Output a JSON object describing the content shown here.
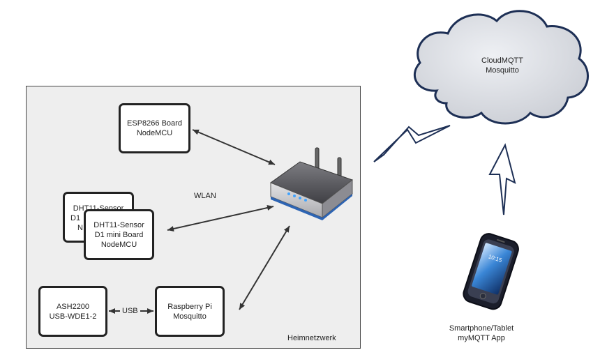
{
  "diagram": {
    "network_label": "Heimnetzwerk",
    "wlan_label": "WLAN",
    "usb_label": "USB",
    "nodes": {
      "esp_board": [
        "ESP8266 Board",
        "NodeMCU"
      ],
      "dht_back": [
        "DHT11-Sensor",
        "D1",
        "N"
      ],
      "dht_front": [
        "DHT11-Sensor",
        "D1 mini Board",
        "NodeMCU"
      ],
      "ash": [
        "ASH2200",
        "USB-WDE1-2"
      ],
      "raspberry": [
        "Raspberry Pi",
        "Mosquitto"
      ],
      "cloud": [
        "CloudMQTT",
        "Mosquitto"
      ],
      "phone_caption": [
        "Smartphone/Tablet",
        "myMQTT App"
      ],
      "phone_time": "10:15"
    },
    "colors": {
      "network_bg": "#eeeeee",
      "network_border": "#444444",
      "cloud_fill": "#dcdde2",
      "cloud_border": "#1d2f55",
      "lightning_fill": "#ffffff",
      "lightning_border": "#1d2f55",
      "router_accent": "#2d64b3"
    }
  }
}
